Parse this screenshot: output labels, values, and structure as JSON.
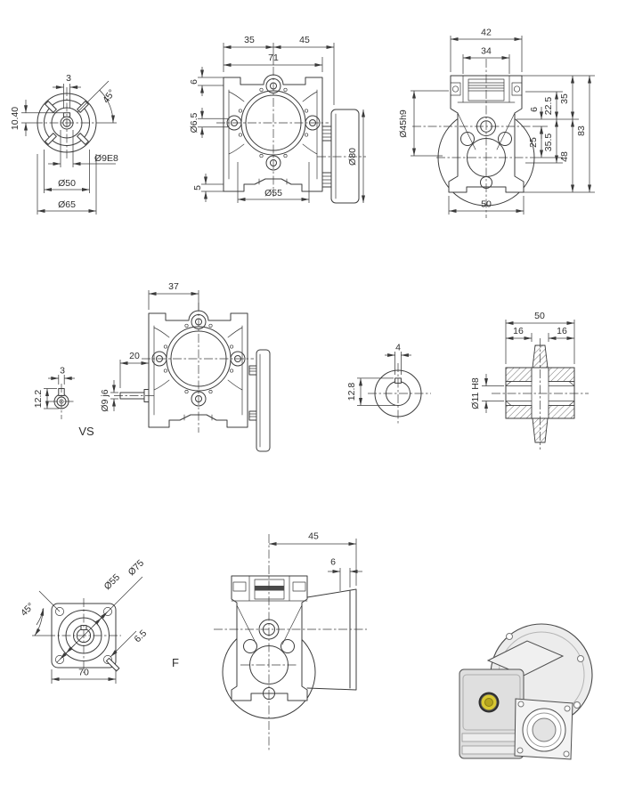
{
  "drawing": {
    "labels": {
      "vs": "VS",
      "f": "F"
    },
    "views": {
      "b_flange_face": {
        "dims": {
          "key_width": "3",
          "angle": "45°",
          "key_offset": "10.40",
          "bore": "Ø9E8",
          "bolt_circle": "Ø50",
          "outer_dia": "Ø65"
        }
      },
      "b_front": {
        "dims": {
          "w35": "35",
          "w45": "45",
          "w71": "71",
          "h6": "6",
          "hole_dia": "Ø6.5",
          "h5": "5",
          "bolt_circle": "Ø55",
          "flange_dia": "Ø80"
        }
      },
      "b_side": {
        "dims": {
          "w42": "42",
          "w34": "34",
          "spigot_dia": "Ø45h9",
          "h6": "6",
          "h22_5": "22.5",
          "h35": "35",
          "h83": "83",
          "h25": "25",
          "h35_5": "35.5",
          "h48": "48",
          "w50": "50"
        }
      },
      "vs_shaft_section": {
        "dims": {
          "key_width": "3",
          "key_depth": "12.2"
        }
      },
      "vs_front": {
        "dims": {
          "w37": "37",
          "shaft_len": "20",
          "shaft_dia": "Ø9 j6"
        }
      },
      "output_bore_section": {
        "dims": {
          "key_width": "4",
          "key_depth": "12.8"
        }
      },
      "hub_section": {
        "dims": {
          "w50": "50",
          "w16_left": "16",
          "w16_right": "16",
          "bore": "Ø11 H8"
        }
      },
      "f_flange_face": {
        "dims": {
          "angle": "45°",
          "outer_dia": "Ø75",
          "spigot_dia": "Ø55",
          "hole": "6.5",
          "w70": "70"
        }
      },
      "f_side": {
        "dims": {
          "w45": "45",
          "w6": "6"
        }
      }
    }
  }
}
